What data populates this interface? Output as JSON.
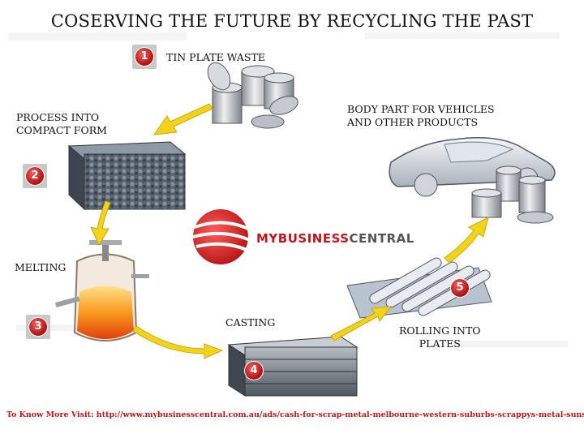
{
  "title": "COSERVING THE FUTURE BY RECYCLING THE PAST",
  "steps": [
    {
      "number": "1",
      "label": "TIN PLATE WASTE"
    },
    {
      "number": "2",
      "label": "PROCESS INTO\nCOMPACT FORM"
    },
    {
      "number": "3",
      "label": "MELTING"
    },
    {
      "number": "4",
      "label": "CASTING"
    },
    {
      "number": "5",
      "label": "ROLLING INTO\nPLATES"
    }
  ],
  "end_product": "BODY PART FOR VEHICLES\nAND OTHER PRODUCTS",
  "logo": {
    "part1": "MYBUSINESS",
    "part2": "CENTRAL"
  },
  "footer": "To Know More Visit: http://www.mybusinesscentral.com.au/ads/cash-for-scrap-metal-melbourne-western-suburbs-scrappys-metal-sunshine/",
  "colors": {
    "arrow": "#f2d21a",
    "badge": "#c41c1c",
    "brand_red": "#c0161b",
    "footer": "#b81818"
  }
}
